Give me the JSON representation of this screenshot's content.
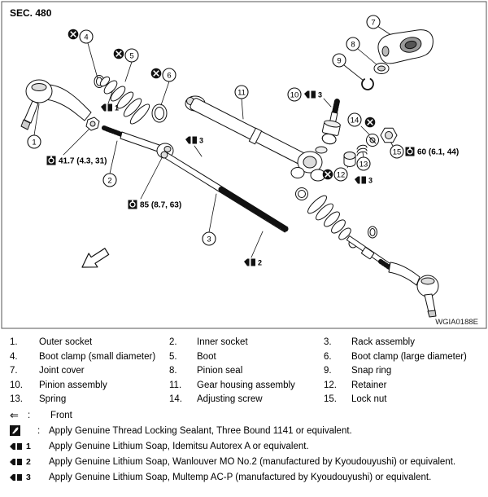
{
  "figure": {
    "section": "SEC. 480",
    "code": "WGIA0188E",
    "callouts": {
      "c1": "1",
      "c2": "2",
      "c3": "3",
      "c4": "4",
      "c5": "5",
      "c6": "6",
      "c7": "7",
      "c8": "8",
      "c9": "9",
      "c10": "10",
      "c11": "11",
      "c12": "12",
      "c13": "13",
      "c14": "14",
      "c15": "15"
    },
    "torques": {
      "outer_socket_nut": "41.7 (4.3, 31)",
      "inner_socket": "85 (8.7, 63)",
      "lock_nut": "60 (6.1, 44)"
    },
    "grease_points": {
      "boot_small_end": "1",
      "rack_left": "3",
      "pinion": "3",
      "retainer": "3",
      "rack_threads": "2"
    }
  },
  "legend": {
    "parts": [
      {
        "n": "1.",
        "t": "Outer socket"
      },
      {
        "n": "2.",
        "t": "Inner socket"
      },
      {
        "n": "3.",
        "t": "Rack assembly"
      },
      {
        "n": "4.",
        "t": "Boot clamp (small diameter)"
      },
      {
        "n": "5.",
        "t": "Boot"
      },
      {
        "n": "6.",
        "t": "Boot clamp (large diameter)"
      },
      {
        "n": "7.",
        "t": "Joint cover"
      },
      {
        "n": "8.",
        "t": "Pinion seal"
      },
      {
        "n": "9.",
        "t": "Snap ring"
      },
      {
        "n": "10.",
        "t": "Pinion assembly"
      },
      {
        "n": "11.",
        "t": "Gear housing assembly"
      },
      {
        "n": "12.",
        "t": "Retainer"
      },
      {
        "n": "13.",
        "t": "Spring"
      },
      {
        "n": "14.",
        "t": "Adjusting screw"
      },
      {
        "n": "15.",
        "t": "Lock nut"
      }
    ],
    "front": {
      "symbol": "⇐",
      "colon": ":",
      "label": "Front"
    },
    "notes": [
      {
        "type": "sealant",
        "num": "",
        "colon": ":",
        "text": "Apply Genuine Thread Locking Sealant, Three Bound 1141 or equivalent."
      },
      {
        "type": "grease",
        "num": "1",
        "colon": "",
        "text": "Apply Genuine Lithium Soap, Idemitsu Autorex A or equivalent."
      },
      {
        "type": "grease",
        "num": "2",
        "colon": "",
        "text": "Apply Genuine Lithium Soap, Wanlouver MO No.2 (manufactured by Kyoudouyushi) or equivalent."
      },
      {
        "type": "grease",
        "num": "3",
        "colon": "",
        "text": "Apply Genuine Lithium Soap, Multemp AC-P (manufactured by Kyoudouyushi) or equivalent."
      }
    ]
  }
}
